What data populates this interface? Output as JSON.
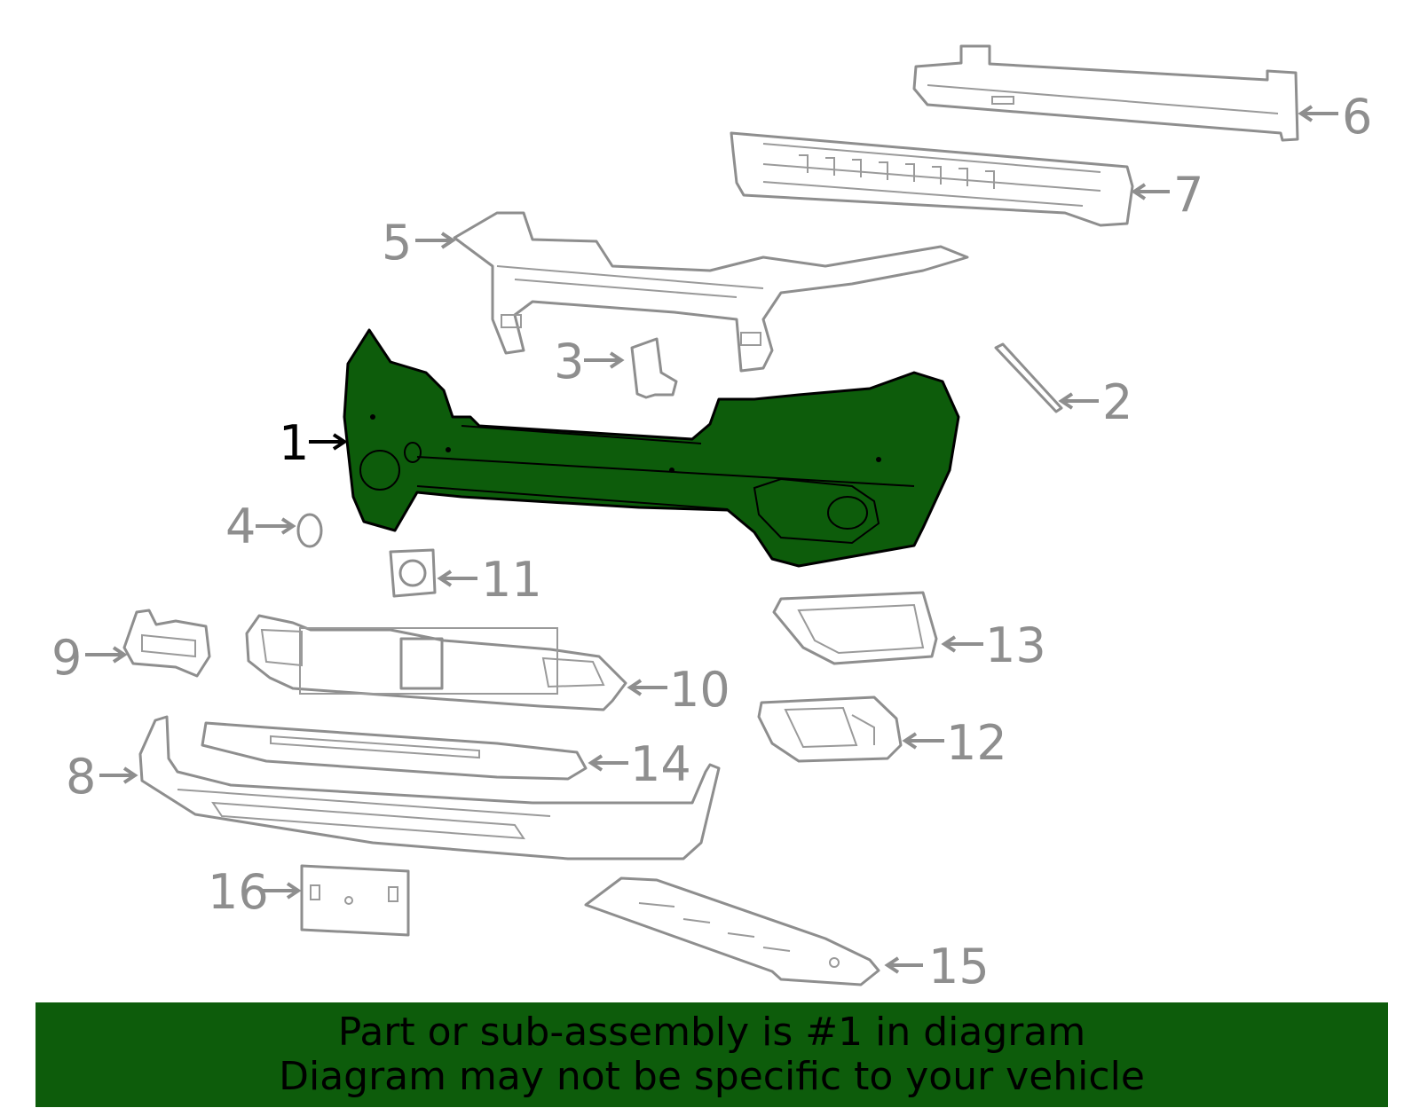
{
  "colors": {
    "highlight": "#0d5c0b",
    "part_outline": "#8e8e8e",
    "banner_bg": "#0d5c0b",
    "banner_text": "#000000"
  },
  "callouts": {
    "c1": "1",
    "c2": "2",
    "c3": "3",
    "c4": "4",
    "c5": "5",
    "c6": "6",
    "c7": "7",
    "c8": "8",
    "c9": "9",
    "c10": "10",
    "c11": "11",
    "c12": "12",
    "c13": "13",
    "c14": "14",
    "c15": "15",
    "c16": "16"
  },
  "banner": {
    "line1": "Part or sub-assembly is #1 in diagram",
    "line2": "Diagram may not be specific to your vehicle"
  }
}
